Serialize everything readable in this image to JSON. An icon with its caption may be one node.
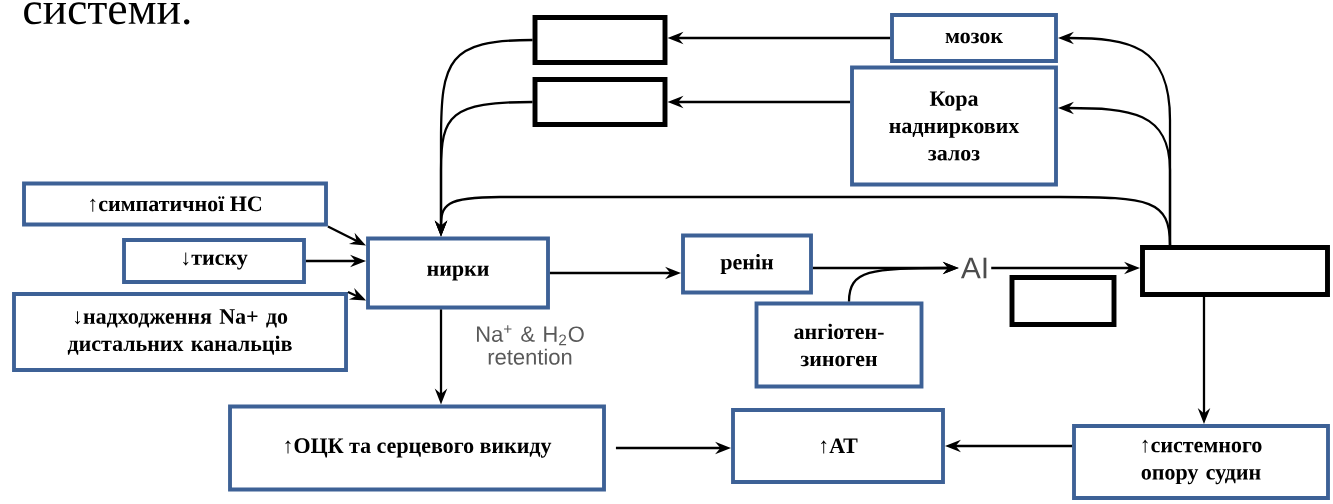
{
  "diagram": {
    "nodes": [
      {
        "text": [],
        "shape": "box"
      },
      {
        "text": [
          "мозок"
        ]
      },
      {
        "text": [],
        "shape": "box"
      },
      {
        "text": [
          "Кора надниркових залоз"
        ]
      },
      {
        "text": [
          "↑симпатичної НС"
        ]
      },
      {
        "text": [
          "↓тиску"
        ]
      },
      {
        "text": [
          "↓надходження Na+ до дистальних канальців"
        ]
      },
      {
        "text": [
          "нирки"
        ]
      },
      {
        "text": [
          "ренін"
        ]
      },
      {
        "text": [
          "ангіотен-зиноген"
        ]
      },
      {
        "text": [
          "AI"
        ]
      },
      {
        "text": [],
        "shape": "box"
      },
      {
        "text": [],
        "shape": "box"
      },
      {
        "text": [
          "↑ОЦК та серцевого викиду"
        ]
      },
      {
        "text": [
          "↑АТ"
        ]
      },
      {
        "text": [
          "↑системного опору судин"
        ]
      }
    ],
    "edges": [
      {
        "from": 1,
        "to": 0,
        "arrow": "to"
      },
      {
        "from": 3,
        "to": 2,
        "arrow": "to"
      },
      {
        "from": 0,
        "to": 7,
        "arrow": "to"
      },
      {
        "from": 2,
        "to": 7,
        "arrow": "to"
      },
      {
        "from": 4,
        "to": 7,
        "arrow": "to"
      },
      {
        "from": 5,
        "to": 7,
        "arrow": "to"
      },
      {
        "from": 6,
        "to": 7,
        "arrow": "to"
      },
      {
        "from": 12,
        "to": 1,
        "arrow": "to"
      },
      {
        "from": 12,
        "to": 3,
        "arrow": "to"
      },
      {
        "from": 12,
        "to": 7,
        "arrow": "to"
      },
      {
        "from": 7,
        "to": 8,
        "arrow": "to"
      },
      {
        "from": 8,
        "to": 10,
        "arrow": "to"
      },
      {
        "from": 9,
        "to": 10,
        "arrow": "to"
      },
      {
        "from": 10,
        "to": 12,
        "arrow": "to"
      },
      {
        "from": 7,
        "to": 13,
        "arrow": "to",
        "label": "Na$^{+}$ & H$_{2}$O retention"
      },
      {
        "from": 12,
        "to": 15,
        "arrow": "to"
      },
      {
        "from": 13,
        "to": 14,
        "arrow": "to"
      },
      {
        "from": 15,
        "to": 14,
        "arrow": "to"
      }
    ],
    "labels": [
      "системи."
    ]
  }
}
